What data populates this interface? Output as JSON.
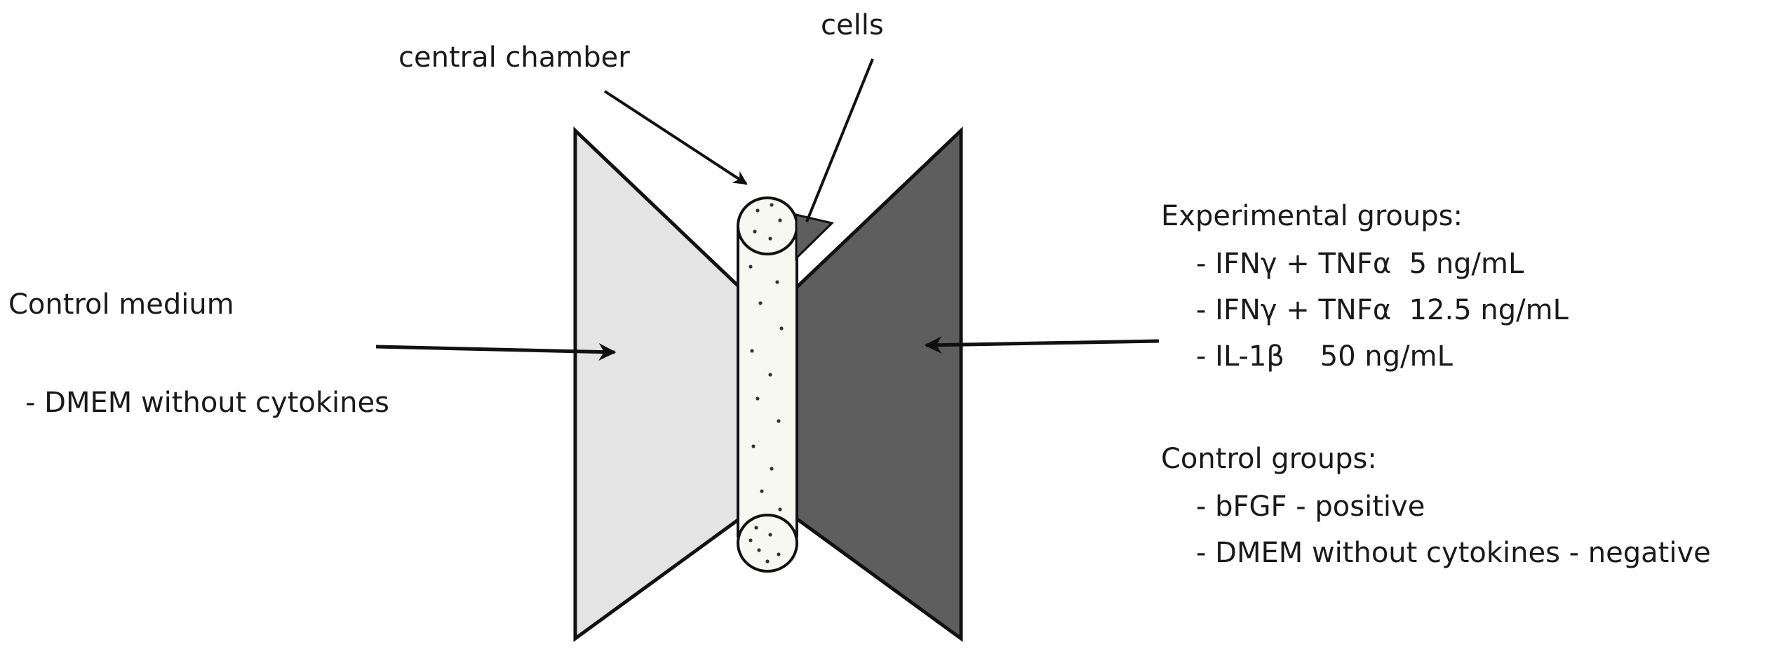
{
  "labels": {
    "central_chamber": "central chamber",
    "cells": "cells",
    "control_medium": "Control medium",
    "control_medium_item": "- DMEM without cytokines"
  },
  "experimental_groups": {
    "title": "Experimental groups:",
    "items": [
      "- IFNγ + TNFα  5 ng/mL",
      "- IFNγ + TNFα  12.5 ng/mL",
      "- IL-1β    50 ng/mL"
    ]
  },
  "control_groups": {
    "title": "Control groups:",
    "items": [
      "- bFGF - positive",
      "- DMEM without cytokines - negative"
    ]
  },
  "colors": {
    "left_chamber": "#e4e4e4",
    "right_chamber": "#5e5e5e",
    "central_chamber": "#f8f8f3",
    "outline": "#111111"
  }
}
